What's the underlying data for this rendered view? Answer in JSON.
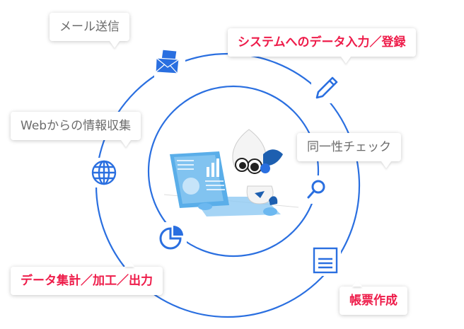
{
  "labels": {
    "mail": "メール送信",
    "system_input": "システムへのデータ入力／登録",
    "web_collect": "Webからの情報収集",
    "identity_check": "同一性チェック",
    "data_aggregate": "データ集計／加工／出力",
    "report": "帳票作成"
  },
  "colors": {
    "ring": "#2a6fe0",
    "accent": "#ee1c4a",
    "text": "#6b6b6b"
  }
}
